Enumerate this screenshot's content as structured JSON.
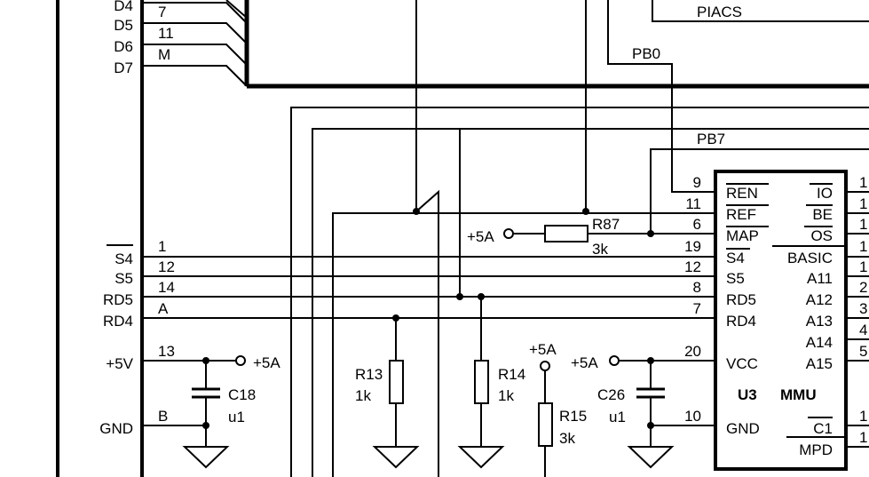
{
  "connector_labels": {
    "d4": "D4",
    "d5": "D5",
    "d6": "D6",
    "d7": "D7",
    "s4": "S4",
    "s5": "S5",
    "rd5": "RD5",
    "rd4": "RD4",
    "plus5v": "+5V",
    "gnd": "GND"
  },
  "connector_pins": {
    "d4": "7",
    "d5": "11",
    "d6": "M",
    "s4": "1",
    "s5": "12",
    "rd5": "14",
    "rd4": "A",
    "plus5v": "13",
    "gnd": "B"
  },
  "nets": {
    "piacs": "PIACS",
    "pb0": "PB0",
    "pb7": "PB7",
    "plus5a": "+5A"
  },
  "components": {
    "r87": {
      "ref": "R87",
      "value": "3k"
    },
    "r13": {
      "ref": "R13",
      "value": "1k"
    },
    "r14": {
      "ref": "R14",
      "value": "1k"
    },
    "r15": {
      "ref": "R15",
      "value": "3k"
    },
    "c18": {
      "ref": "C18",
      "value": "u1"
    },
    "c26": {
      "ref": "C26",
      "value": "u1"
    }
  },
  "u3": {
    "ref": "U3",
    "type": "MMU",
    "left_pins": [
      {
        "num": "9",
        "name": "REN"
      },
      {
        "num": "11",
        "name": "REF"
      },
      {
        "num": "6",
        "name": "MAP"
      },
      {
        "num": "19",
        "name": "S4"
      },
      {
        "num": "12",
        "name": "S5"
      },
      {
        "num": "8",
        "name": "RD5"
      },
      {
        "num": "7",
        "name": "RD4"
      },
      {
        "num": "20",
        "name": "VCC"
      },
      {
        "num": "10",
        "name": "GND"
      }
    ],
    "right_pins": [
      {
        "num": "1",
        "name": "IO"
      },
      {
        "num": "1",
        "name": "BE"
      },
      {
        "num": "1",
        "name": "OS"
      },
      {
        "num": "1",
        "name": "BASIC"
      },
      {
        "num": "1",
        "name": "A11"
      },
      {
        "num": "2",
        "name": "A12"
      },
      {
        "num": "3",
        "name": "A13"
      },
      {
        "num": "4",
        "name": "A14"
      },
      {
        "num": "5",
        "name": "A15"
      },
      {
        "num": "1",
        "name": "C1"
      },
      {
        "num": "1",
        "name": "MPD"
      }
    ]
  }
}
